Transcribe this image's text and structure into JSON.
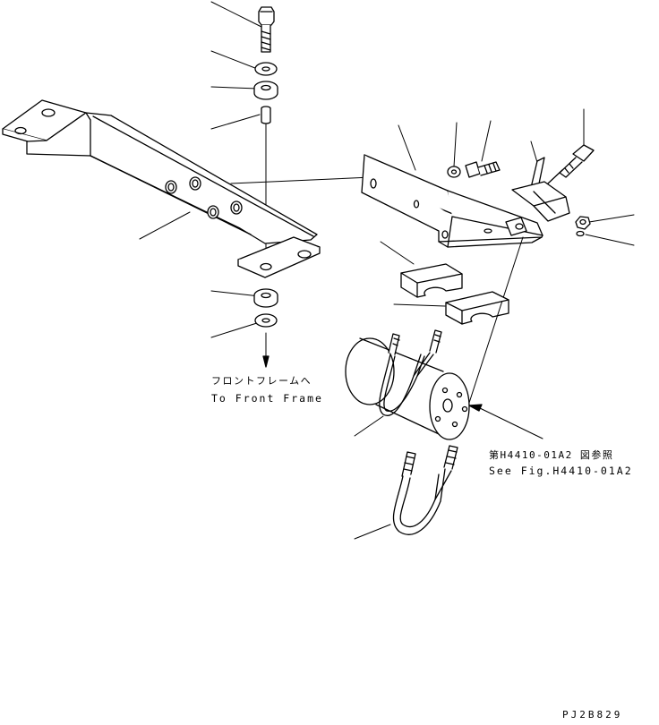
{
  "notes": {
    "to_front_frame_jp": "フロントフレームへ",
    "to_front_frame_en": "To Front Frame",
    "see_fig_jp": "第H4410-01A2 図参照",
    "see_fig_en": "See Fig.H4410-01A2"
  },
  "drawing_id": "PJ2B829",
  "colors": {
    "line": "#000000",
    "background": "#ffffff",
    "part_fill": "#ffffff"
  }
}
